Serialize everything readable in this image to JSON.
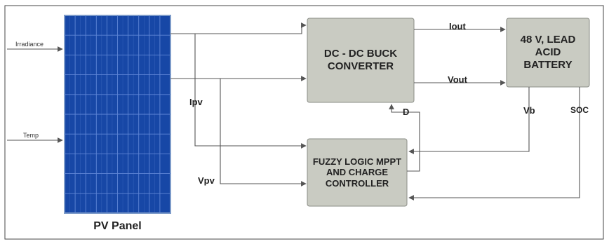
{
  "inputs": {
    "irradiance": "Irradiance",
    "temp": "Temp"
  },
  "panel": {
    "caption": "PV Panel"
  },
  "blocks": {
    "buck": "DC - DC BUCK CONVERTER",
    "battery": "48 V, LEAD ACID BATTERY",
    "controller": "FUZZY LOGIC MPPT AND CHARGE CONTROLLER"
  },
  "signals": {
    "iout": "Iout",
    "vout": "Vout",
    "ipv": "Ipv",
    "vpv": "Vpv",
    "d": "D",
    "vb": "Vb",
    "soc": "SOC"
  },
  "colors": {
    "block_fill": "#c9cbc2",
    "block_stroke": "#8a8c86",
    "panel_fill": "#1747a6",
    "panel_grid": "#5f86d6",
    "panel_frame": "#7d9bc9",
    "line": "#555555"
  }
}
